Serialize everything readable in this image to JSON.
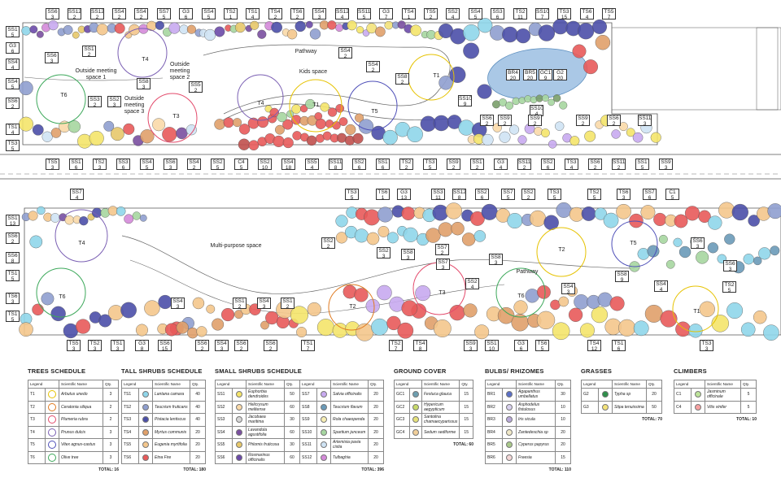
{
  "areas": {
    "outside_meeting_1": "Outside meeting space 1",
    "outside_meeting_2": "Outside meeting space 2",
    "outside_meeting_3": "Outside meeting space 3",
    "pathway_top": "Pathway",
    "kids_space": "Kids space",
    "multi_purpose": "Multi-purpose space",
    "pathway_bottom": "Pathway"
  },
  "tags_top": [
    [
      "SS6",
      "3"
    ],
    [
      "SS12",
      "2"
    ],
    [
      "SS12",
      "2"
    ],
    [
      "SS4",
      "2"
    ],
    [
      "SS4",
      "2"
    ],
    [
      "SS7",
      "5"
    ],
    [
      "G3",
      "6"
    ],
    [
      "SS4",
      "5"
    ],
    [
      "TS2",
      "1"
    ],
    [
      "TS1",
      "4"
    ],
    [
      "TS4",
      "2"
    ],
    [
      "TS6",
      "2"
    ],
    [
      "SS4",
      "3"
    ],
    [
      "SS12",
      "4"
    ],
    [
      "SS11",
      "5"
    ],
    [
      "G3",
      "7"
    ],
    [
      "TS4",
      "1"
    ],
    [
      "TS5",
      "2"
    ],
    [
      "SS2",
      "4"
    ],
    [
      "SS4",
      "5"
    ],
    [
      "SS3",
      "6"
    ],
    [
      "TS2",
      "11"
    ],
    [
      "SS10",
      "7"
    ],
    [
      "TS3",
      "15"
    ],
    [
      "TS6",
      "4"
    ],
    [
      "TS5",
      "7"
    ]
  ],
  "tags_mid_top": [
    [
      "TS5",
      "3"
    ],
    [
      "SS1",
      "6"
    ],
    [
      "TS2",
      "3"
    ],
    [
      "SS3",
      "6"
    ],
    [
      "SS4",
      "5"
    ],
    [
      "SS6",
      "3"
    ],
    [
      "SS4",
      "2"
    ],
    [
      "SS2",
      "5"
    ],
    [
      "C4",
      "5"
    ],
    [
      "SS2",
      "10"
    ],
    [
      "SS4",
      "18"
    ],
    [
      "SS5",
      "4"
    ],
    [
      "SS11",
      "8"
    ],
    [
      "SS2",
      "6"
    ],
    [
      "SS1",
      "6"
    ],
    [
      "TS2",
      "2"
    ],
    [
      "TS3",
      "5"
    ],
    [
      "SS9",
      "2"
    ],
    [
      "SS1",
      "2"
    ],
    [
      "G3",
      "4"
    ],
    [
      "SS11",
      "2"
    ],
    [
      "SS2",
      "6"
    ],
    [
      "TS3",
      "4"
    ],
    [
      "SS6",
      "2"
    ],
    [
      "SS11",
      "2"
    ],
    [
      "SS1",
      "5"
    ],
    [
      "SS9",
      "3"
    ]
  ],
  "tags_mid_bottom": [
    [
      "SS7",
      "4"
    ],
    [
      "TS3",
      "5"
    ],
    [
      "TS6",
      "1"
    ],
    [
      "G3",
      "13"
    ],
    [
      "SS3",
      "11"
    ],
    [
      "SS12",
      "8"
    ],
    [
      "SS2",
      "6"
    ],
    [
      "SS7",
      "5"
    ],
    [
      "SS2",
      "2"
    ],
    [
      "TS3",
      "5"
    ],
    [
      "TS2",
      "5"
    ],
    [
      "TS6",
      "3"
    ],
    [
      "SS7",
      "6"
    ],
    [
      "C1",
      "5"
    ]
  ],
  "tags_bottom": [
    [
      "TS5",
      "3"
    ],
    [
      "TS2",
      "3"
    ],
    [
      "TS1",
      "3"
    ],
    [
      "G3",
      "8"
    ],
    [
      "SS6",
      "15"
    ],
    [
      "SS6",
      "2"
    ],
    [
      "SS4",
      "3"
    ],
    [
      "SS6",
      "2"
    ],
    [
      "SS6",
      "2"
    ],
    [
      "TS1",
      "7"
    ],
    [
      "TS2",
      "7"
    ],
    [
      "TS4",
      "8"
    ],
    [
      "SS9",
      "3"
    ],
    [
      "SS1",
      "10"
    ],
    [
      "G3",
      "6"
    ],
    [
      "TS6",
      "5"
    ],
    [
      "TS4",
      "12"
    ],
    [
      "TS1",
      "6"
    ],
    [
      "TS3",
      "3"
    ]
  ],
  "tags_left": [
    [
      "SS1",
      "5"
    ],
    [
      "G3",
      "6"
    ],
    [
      "SS4",
      "4"
    ],
    [
      "SS4",
      "5"
    ],
    [
      "SS6",
      "2"
    ],
    [
      "TS1",
      "4"
    ],
    [
      "TS3",
      "5"
    ],
    [
      "SS1",
      "13"
    ],
    [
      "SS6",
      "2"
    ],
    [
      "SS6",
      "8"
    ],
    [
      "TS1",
      "5"
    ],
    [
      "TS6",
      "3"
    ],
    [
      "TS1",
      "5"
    ]
  ],
  "tags_inner": [
    [
      "SS1",
      "2"
    ],
    [
      "SS6",
      "3"
    ],
    [
      "T4",
      ""
    ],
    [
      "SS8",
      "3"
    ],
    [
      "SS5",
      "2"
    ],
    [
      "SS4",
      "2"
    ],
    [
      "SS8",
      "2"
    ],
    [
      "T1",
      ""
    ],
    [
      "SS4",
      "2"
    ],
    [
      "SS3",
      "2"
    ],
    [
      "SS2",
      "3"
    ],
    [
      "T6",
      ""
    ],
    [
      "T3",
      ""
    ],
    [
      "T4",
      ""
    ],
    [
      "T1",
      ""
    ],
    [
      "T5",
      ""
    ],
    [
      "SS10",
      "9"
    ],
    [
      "SS10",
      "4"
    ],
    [
      "SS6",
      "2"
    ],
    [
      "SS9",
      "2"
    ],
    [
      "SS9",
      "2"
    ],
    [
      "SS9",
      "2"
    ],
    [
      "SS6",
      "2"
    ],
    [
      "SS11",
      "3"
    ],
    [
      "SS2",
      "2"
    ],
    [
      "SS2",
      "3"
    ],
    [
      "SS8",
      "3"
    ],
    [
      "SS8",
      "3"
    ],
    [
      "SS7",
      "2"
    ],
    [
      "SS7",
      "3"
    ],
    [
      "SS2",
      "4"
    ],
    [
      "T2",
      ""
    ],
    [
      "T3",
      ""
    ],
    [
      "T2",
      ""
    ],
    [
      "T6",
      ""
    ],
    [
      "T5",
      ""
    ],
    [
      "SS6",
      "3"
    ],
    [
      "SS8",
      "9"
    ],
    [
      "SS4",
      "3"
    ],
    [
      "SS4",
      "4"
    ],
    [
      "TS2",
      "5"
    ],
    [
      "T1",
      ""
    ],
    [
      "T6",
      ""
    ],
    [
      "T4",
      ""
    ],
    [
      "SS6",
      "3"
    ],
    [
      "SS4",
      "3"
    ],
    [
      "SS1",
      "2"
    ],
    [
      "SS4",
      "3"
    ],
    [
      "SS1",
      "2"
    ]
  ],
  "pond_tags": [
    [
      "BR4",
      "20"
    ],
    [
      "BR5",
      "20"
    ],
    [
      "GC1",
      "9"
    ],
    [
      "G2",
      "20"
    ]
  ],
  "schedules": [
    {
      "title": "TREES SCHEDULE",
      "headers": [
        "Legend",
        "Scientific Name",
        "Qty."
      ],
      "rows": [
        [
          "T1",
          "Arbutus unedo",
          "3",
          "#e6c200"
        ],
        [
          "T2",
          "Ceratonia siliqua",
          "2",
          "#e07a1f"
        ],
        [
          "T3",
          "Plumeria rubra",
          "2",
          "#e34a6b"
        ],
        [
          "T4",
          "Prunus dulcis",
          "3",
          "#7a5fb3"
        ],
        [
          "T5",
          "Vitex agnus-castus",
          "3",
          "#4e4fb8"
        ],
        [
          "T6",
          "Olive tree",
          "3",
          "#3ca85a"
        ]
      ],
      "total": "TOTAL: 16"
    },
    {
      "title": "TALL SHRUBS SCHEDULE",
      "headers": [
        "Legend",
        "Scientific Name",
        "Qty."
      ],
      "rows": [
        [
          "TS1",
          "Lantana camara",
          "40",
          "#8fd6ea"
        ],
        [
          "TS2",
          "Teucrium fruticans",
          "40",
          "#8f9fcf"
        ],
        [
          "TS3",
          "Pistacia lentiscus",
          "40",
          "#4b4fa8"
        ],
        [
          "TS4",
          "Myrtus communis",
          "20",
          "#e0a06a"
        ],
        [
          "TS5",
          "Eugenia myrtifolia",
          "20",
          "#f4c78c"
        ],
        [
          "TS6",
          "Etna Fire",
          "20",
          "#e85a5a"
        ]
      ],
      "total": "TOTAL: 180"
    },
    {
      "title": "SMALL SHRUBS SCHEDULE",
      "headers": [
        "Legend",
        "Scientific Name",
        "Qty.",
        "Legend",
        "Scientific Name",
        "Qty."
      ],
      "rows": [
        [
          "SS1",
          "Euphorbia dendroides",
          "50",
          "SS7",
          "Salvia officinalis",
          "20",
          "#f4e46a",
          "#c8aaf0"
        ],
        [
          "SS2",
          "Helicrysum melitense",
          "60",
          "SS8",
          "Teucrium flavum",
          "20",
          "#f9d9a8",
          "#6a9ab8"
        ],
        [
          "SS3",
          "Jacobaea maritima",
          "30",
          "SS9",
          "Rola chaeopenda",
          "20",
          "#d6d6d6",
          "#f8efb4"
        ],
        [
          "SS4",
          "Lavandula agustifolia",
          "60",
          "SS10",
          "Spartium junceum",
          "20",
          "#7a4fa0",
          "#a6d6a0"
        ],
        [
          "SS5",
          "Phlomis fruticosa",
          "30",
          "SS11",
          "Artemisia pavia cistia",
          "20",
          "#e7c86a",
          "#cfe3f4"
        ],
        [
          "SS6",
          "Rosmarinus officinalis",
          "60",
          "SS12",
          "Tulbaghia",
          "20",
          "#6b4aa8",
          "#d48ad9"
        ]
      ],
      "total": "TOTAL: 396"
    },
    {
      "title": "GROUND COVER",
      "headers": [
        "Legend",
        "Scientific Name",
        "Qty."
      ],
      "rows": [
        [
          "GC1",
          "Festuca glauca",
          "15",
          "#6d9fb0"
        ],
        [
          "GC2",
          "Hypericum aegypticum",
          "15",
          "#c7d96a"
        ],
        [
          "GC3",
          "Santolina chamaecyparissus",
          "15",
          "#e6e27a"
        ],
        [
          "GC4",
          "Sedum sediforme",
          "15",
          "#f1cf9a"
        ]
      ],
      "total": "TOTAL: 60"
    },
    {
      "title": "BULBS/ RHIZOMES",
      "headers": [
        "Legend",
        "Scientific Name",
        "Qty."
      ],
      "rows": [
        [
          "BR1",
          "Agapanthus umbellatus",
          "30",
          "#5a6fc7"
        ],
        [
          "BR2",
          "Asphodelus fistulosus",
          "10",
          "#d8d0ee"
        ],
        [
          "BR3",
          "Iris sicula",
          "10",
          "#b9a9d9"
        ],
        [
          "BR4",
          "Zantedeschia sp",
          "20",
          "#f1e9c8"
        ],
        [
          "BR5",
          "Cyperus papyrus",
          "20",
          "#a9c98a"
        ],
        [
          "BR6",
          "Freesia",
          "15",
          "#f4d7d7"
        ]
      ],
      "total": "TOTAL: 110"
    },
    {
      "title": "GRASSES",
      "headers": [
        "Legend",
        "Scientific Name",
        "Qty."
      ],
      "rows": [
        [
          "G2",
          "Typha sp",
          "20",
          "#2e8f4a"
        ],
        [
          "G3",
          "Stipa tenuissima",
          "50",
          "#f3e27a"
        ]
      ],
      "total": "TOTAL: 70"
    },
    {
      "title": "CLIMBERS",
      "headers": [
        "Legend",
        "Scientific Name",
        "Qty."
      ],
      "rows": [
        [
          "C1",
          "Jasminum officinale",
          "5",
          "#bde39a"
        ],
        [
          "C4",
          "Vitis vinifer",
          "5",
          "#f6a1a1"
        ]
      ],
      "total": "TOTAL: 10"
    }
  ]
}
